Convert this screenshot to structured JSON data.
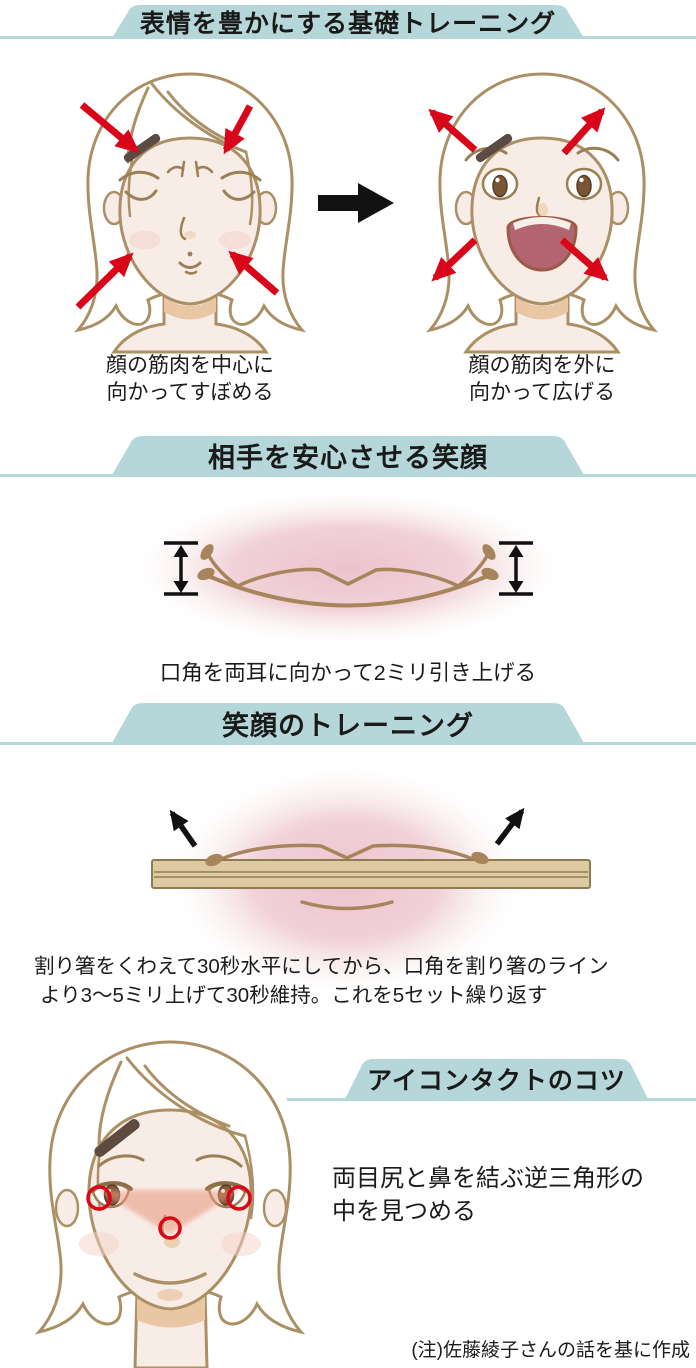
{
  "banners": {
    "basic_training": "表情を豊かにする基礎トレーニング",
    "reassuring_smile": "相手を安心させる笑顔",
    "smile_training": "笑顔のトレーニング",
    "eye_contact": "アイコンタクトのコツ"
  },
  "captions": {
    "shrink_face": [
      "顔の筋肉を中心に",
      "向かってすぼめる"
    ],
    "expand_face": [
      "顔の筋肉を外に",
      "向かって広げる"
    ],
    "smile_lift": "口角を両耳に向かって2ミリ引き上げる",
    "chopstick_training": [
      "割り箸をくわえて30秒水平にしてから、口角を割り箸のライン",
      "より3〜5ミリ上げて30秒維持。これを5セット繰り返す"
    ],
    "eye_contact_gaze": [
      "両目尻と鼻を結ぶ逆三角形の",
      "中を見つめる"
    ]
  },
  "footer": {
    "note": "(注)佐藤綾子さんの話を基に作成"
  },
  "colors": {
    "banner_teal": "#b5d7d9",
    "text_dark": "#1c1c1c",
    "arrow_red": "#d9061a",
    "arrow_black": "#111111",
    "skin": "#f8ece6",
    "outline_brown": "#ab9066",
    "hair_clip_brown": "#5c4a44",
    "blush_pink": "#eec9d2",
    "mouth_rose": "#b26470",
    "chopstick_beige": "#decaa2",
    "triangle_salmon": "#e8967a",
    "target_circle_red": "#dd0515",
    "neck_shadow": "#e9c7a4"
  },
  "icons": {
    "transform_arrow": "black-right-arrow",
    "inward_arrows": "red-diagonal-inward-arrows",
    "outward_arrows": "red-diagonal-outward-arrows",
    "lift_range_indicator": "double-headed-vertical-arrow",
    "lift_up_arrows": "black-diagonal-up-arrows"
  }
}
